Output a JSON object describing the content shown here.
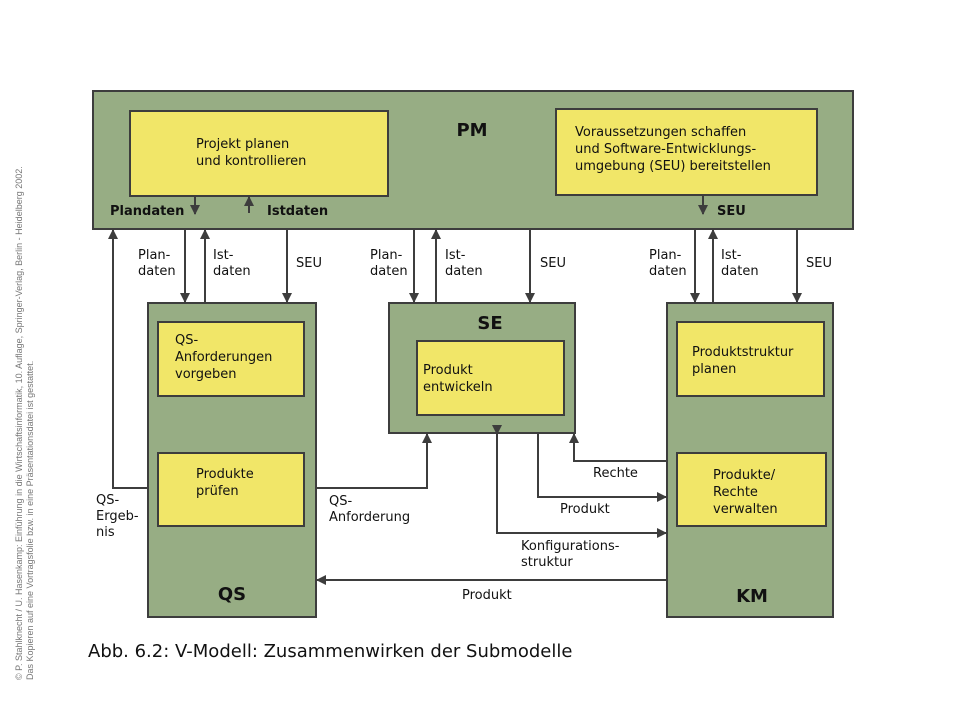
{
  "colors": {
    "outer_fill": "#97ad84",
    "inner_fill": "#f1e668",
    "stroke": "#3d3d3d"
  },
  "caption": "Abb. 6.2: V-Modell: Zusammenwirken der Submodelle",
  "side_note": {
    "line1": "© P. Stahlknecht / U. Hasenkamp: Einführung in die Wirtschaftsinformatik, 10. Auflage, Springer-Verlag, Berlin - Heidelberg 2002.",
    "line2": "Das Kopieren auf eine Vortragsfolie bzw. in eine Präsentationsdatei ist gestattet."
  },
  "boxes": {
    "pm": {
      "title": "PM",
      "planning": [
        "Projekt planen",
        "und kontrollieren"
      ],
      "prereq": [
        "Voraussetzungen schaffen",
        "und Software-Entwicklungs-",
        "umgebung (SEU) bereitstellen"
      ],
      "plandaten": "Plandaten",
      "istdaten": "Istdaten",
      "seu": "SEU"
    },
    "qs": {
      "title": "QS",
      "req": [
        "QS-",
        "Anforderungen",
        "vorgeben"
      ],
      "check": [
        "Produkte",
        "prüfen"
      ]
    },
    "se": {
      "title": "SE",
      "dev": [
        "Produkt",
        "entwickeln"
      ]
    },
    "km": {
      "title": "KM",
      "struct": [
        "Produktstruktur",
        "planen"
      ],
      "manage": [
        "Produkte/",
        "Rechte",
        "verwalten"
      ]
    }
  },
  "flow_labels": {
    "plan": [
      "Plan-",
      "daten"
    ],
    "ist": [
      "Ist-",
      "daten"
    ],
    "seu": "SEU",
    "qs_ergebnis": [
      "QS-",
      "Ergeb-",
      "nis"
    ],
    "qs_anforderung": [
      "QS-",
      "Anforderung"
    ],
    "rechte": "Rechte",
    "produkt_se_km": "Produkt",
    "konfig": [
      "Konfigurations-",
      "struktur"
    ],
    "produkt_km_qs": "Produkt"
  }
}
